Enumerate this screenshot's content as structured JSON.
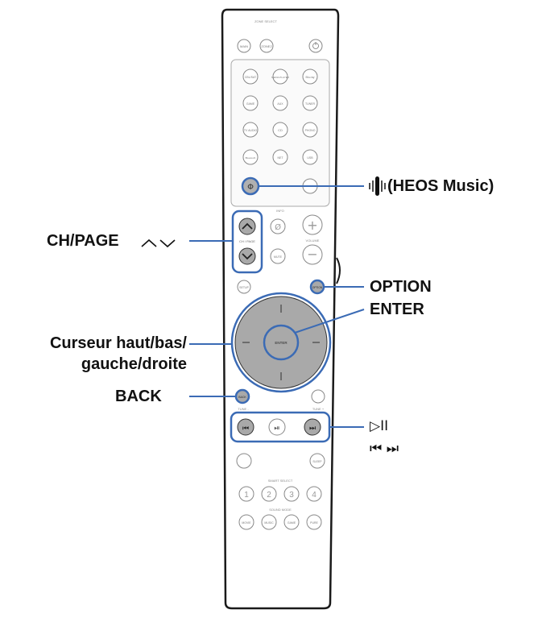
{
  "remote": {
    "zone_select": "ZONE SELECT",
    "zone_buttons": [
      "MAIN",
      "ZONE2"
    ],
    "sources": [
      [
        "CBL/SAT",
        "MEDIA PLAYER",
        "Blu-ray"
      ],
      [
        "GAME",
        "AUX",
        "TUNER"
      ],
      [
        "TV AUDIO",
        "CD",
        "PHONO"
      ],
      [
        "Bluetooth",
        "NET",
        "USB"
      ]
    ],
    "info_label": "INFO",
    "ch_page_label": "CH / PAGE",
    "volume_label": "VOLUME",
    "mute_label": "MUTE",
    "setup_label": "SETUP",
    "option_label": "OPTION",
    "enter_label": "ENTER",
    "back_label": "BACK",
    "skip_labels": [
      "TUNE -",
      "TUNE +"
    ],
    "sleep_label": "SLEEP",
    "smart_select": "SMART SELECT",
    "smart_buttons": [
      "1",
      "2",
      "3",
      "4"
    ],
    "sound_mode": "SOUND MODE",
    "mode_buttons": [
      "MOVIE",
      "MUSIC",
      "GAME",
      "PURE"
    ]
  },
  "callouts": {
    "heos": "(HEOS Music)",
    "ch_page": "CH/PAGE",
    "option": "OPTION",
    "enter": "ENTER",
    "cursor_line1": "Curseur haut/bas/",
    "cursor_line2": "gauche/droite",
    "back": "BACK",
    "play_pause": "▷II",
    "skip": "⏮ ⏭"
  },
  "colors": {
    "highlight": "#3b6bb5",
    "button_fill": "#a9a9a9",
    "outline": "#1a1a1a"
  }
}
